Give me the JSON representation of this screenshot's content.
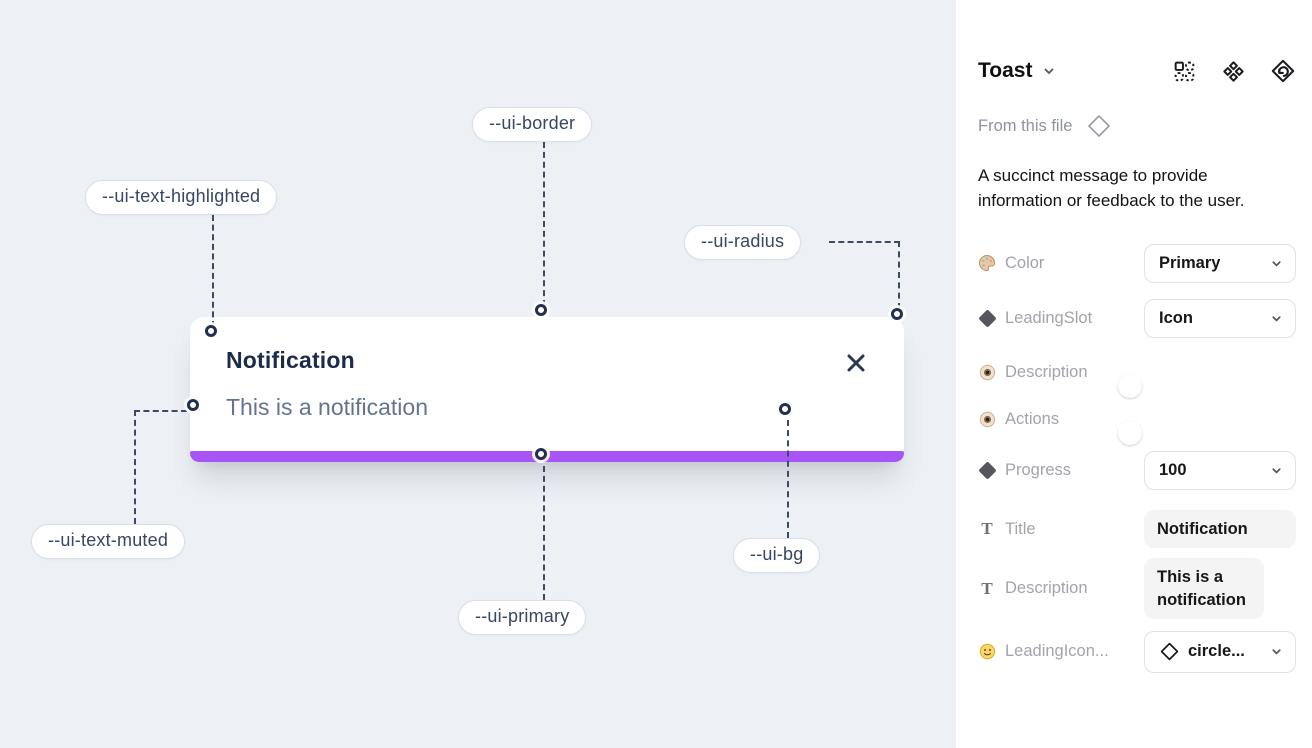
{
  "canvas": {
    "toast": {
      "title": "Notification",
      "description": "This is a notification"
    },
    "labels": [
      {
        "id": "ui-text-highlighted",
        "text": "--ui-text-highlighted"
      },
      {
        "id": "ui-border",
        "text": "--ui-border"
      },
      {
        "id": "ui-radius",
        "text": "--ui-radius"
      },
      {
        "id": "ui-text-muted",
        "text": "--ui-text-muted"
      },
      {
        "id": "ui-primary",
        "text": "--ui-primary"
      },
      {
        "id": "ui-bg",
        "text": "--ui-bg"
      }
    ],
    "colors": {
      "canvas_bg": "#edf1f6",
      "primary_bar": "#a855f7",
      "connector": "#3d4a63"
    }
  },
  "panel": {
    "title": "Toast",
    "source_label": "From this file",
    "description": "A succinct message to provide information or feedback to the user.",
    "icons": [
      "widget-grid-icon",
      "diamond-cluster-icon",
      "swap-instance-icon"
    ],
    "properties": [
      {
        "label": "Color",
        "icon": "palette-icon",
        "control": "select",
        "value": "Primary"
      },
      {
        "label": "LeadingSlot",
        "icon": "diamond-icon",
        "control": "select",
        "value": "Icon"
      },
      {
        "label": "Description",
        "icon": "eye-icon",
        "control": "toggle",
        "value": "on"
      },
      {
        "label": "Actions",
        "icon": "eye-icon",
        "control": "toggle",
        "value": "on"
      },
      {
        "label": "Progress",
        "icon": "diamond-icon",
        "control": "select",
        "value": "100"
      },
      {
        "label": "Title",
        "icon": "text-icon",
        "control": "input",
        "value": "Notification"
      },
      {
        "label": "Description",
        "icon": "text-icon",
        "control": "textarea",
        "value": "This is a notification"
      },
      {
        "label": "LeadingIcon...",
        "icon": "smiley-icon",
        "control": "select-icon",
        "value": "circle..."
      }
    ],
    "colors": {
      "toggle_on": "#1d9bf0"
    }
  }
}
